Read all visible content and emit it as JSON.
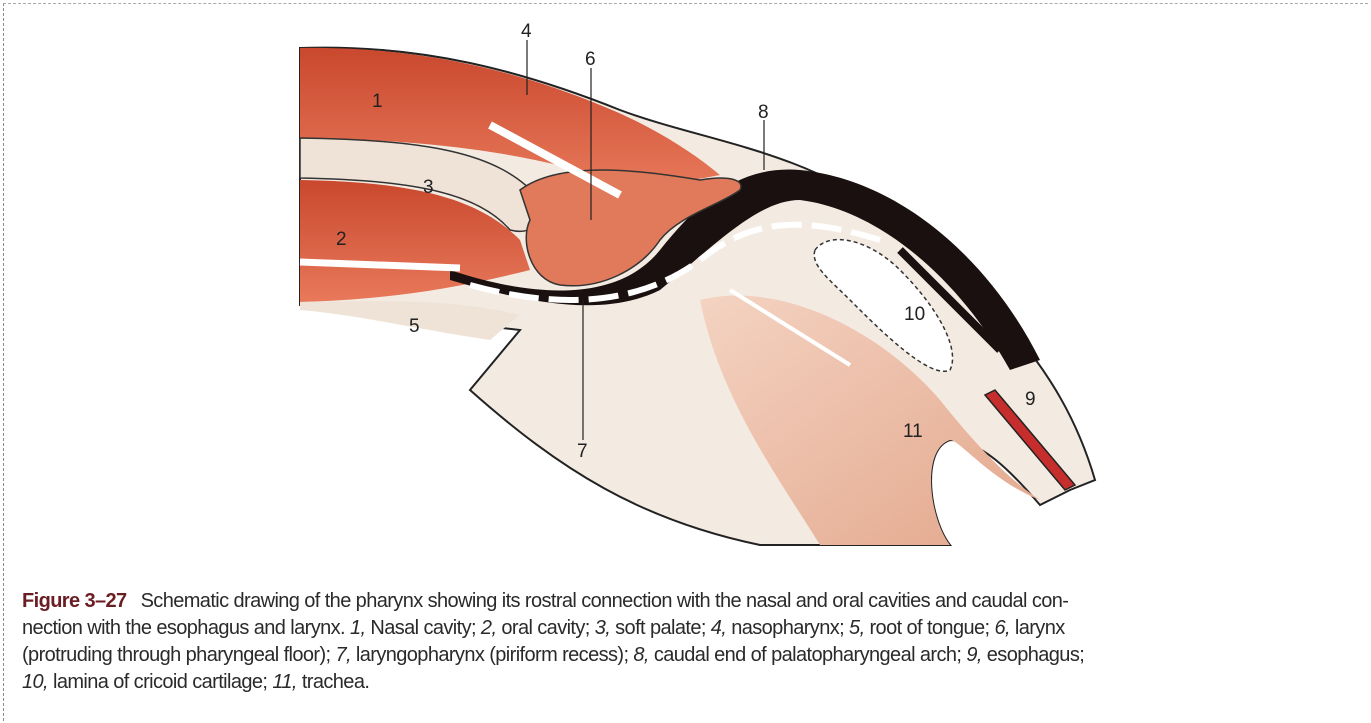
{
  "figure": {
    "number": "Figure 3–27",
    "labels": [
      "1",
      "2",
      "3",
      "4",
      "5",
      "6",
      "7",
      "8",
      "9",
      "10",
      "11"
    ],
    "caption_lines": [
      [
        {
          "t": "Schematic drawing of the pharynx showing its rostral connection with the nasal and oral cavities and caudal con-"
        }
      ],
      [
        {
          "t": "nection with the esophagus and larynx. "
        },
        {
          "i": "1,"
        },
        {
          "t": " Nasal cavity; "
        },
        {
          "i": "2,"
        },
        {
          "t": " oral cavity; "
        },
        {
          "i": "3,"
        },
        {
          "t": " soft palate; "
        },
        {
          "i": "4,"
        },
        {
          "t": " nasopharynx; "
        },
        {
          "i": "5,"
        },
        {
          "t": " root of tongue; "
        },
        {
          "i": "6,"
        },
        {
          "t": " larynx"
        }
      ],
      [
        {
          "t": "(protruding through pharyngeal floor); "
        },
        {
          "i": "7,"
        },
        {
          "t": " laryngopharynx (piriform recess); "
        },
        {
          "i": "8,"
        },
        {
          "t": " caudal end of palatopharyngeal arch; "
        },
        {
          "i": "9,"
        },
        {
          "t": " esophagus;"
        }
      ],
      [
        {
          "i": "10,"
        },
        {
          "t": " lamina of cricoid cartilage; "
        },
        {
          "i": "11,"
        },
        {
          "t": " trachea."
        }
      ]
    ]
  },
  "colors": {
    "tissue": "#d9573a",
    "dark": "#1a1010",
    "cartilage": "#efe6dc",
    "trachea": "#e8b59c",
    "fig_label": "#6b1d24"
  }
}
